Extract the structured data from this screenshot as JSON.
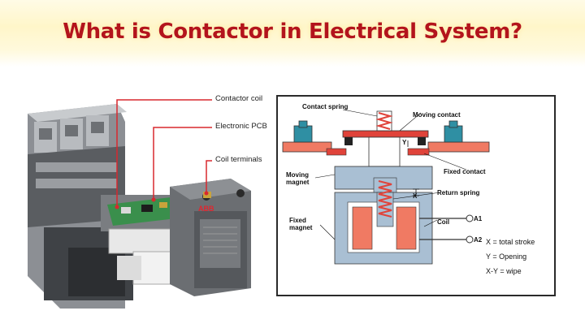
{
  "title": "What is Contactor in Electrical System?",
  "photo": {
    "labels": {
      "contactor_coil": "Contactor coil",
      "electronic_pcb": "Electronic PCB",
      "coil_terminals": "Coil terminals"
    },
    "brand_mark": "ABB"
  },
  "diagram": {
    "labels": {
      "contact_spring": "Contact spring",
      "moving_contact": "Moving contact",
      "y": "Y",
      "fixed_contact": "Fixed contact",
      "moving_magnet_1": "Moving",
      "moving_magnet_2": "magnet",
      "x": "X",
      "return_spring": "Return spring",
      "coil": "Coil",
      "a1": "A1",
      "a2": "A2",
      "fixed_magnet_1": "Fixed",
      "fixed_magnet_2": "magnet"
    },
    "legend": [
      "X = total stroke",
      "Y = Opening",
      "X-Y = wipe"
    ]
  },
  "colors": {
    "title": "#b3141c",
    "magnet": "#a9bfd3",
    "coil": "#f07a63",
    "spring": "#e0433a",
    "annotation": "#d8282f"
  }
}
